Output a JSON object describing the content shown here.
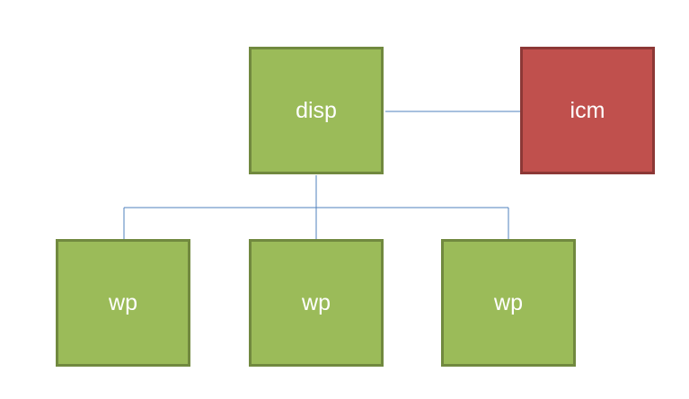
{
  "diagram": {
    "colors": {
      "worker_fill": "#9BBB59",
      "worker_border": "#71893F",
      "icm_fill": "#C0504D",
      "icm_border": "#8C3836",
      "connector": "#4F81BD",
      "text": "#FFFFFF"
    },
    "nodes": {
      "disp": "disp",
      "icm": "icm",
      "wp1": "wp",
      "wp2": "wp",
      "wp3": "wp"
    }
  }
}
